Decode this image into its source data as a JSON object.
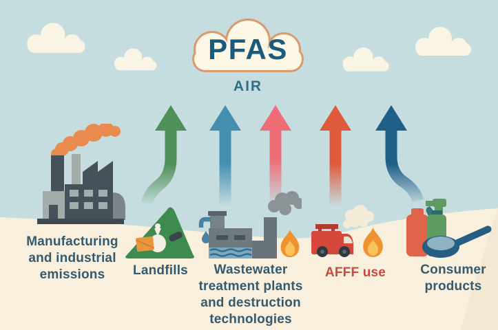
{
  "header": {
    "cloud_label": "PFAS",
    "air_label": "AIR"
  },
  "sources": [
    {
      "id": "manufacturing",
      "icon": "factory-icon",
      "label": "Manufacturing\nand industrial\nemissions"
    },
    {
      "id": "landfills",
      "icon": "landfill-icon",
      "label": "Landfills"
    },
    {
      "id": "wastewater",
      "icon": "wastewater-plant-icon",
      "label": "Wastewater\ntreatment plants\nand destruction\ntechnologies"
    },
    {
      "id": "afff",
      "icon": "fire-truck-icon",
      "label": "AFFF use"
    },
    {
      "id": "consumer",
      "icon": "consumer-products-icon",
      "label": "Consumer\nproducts"
    }
  ],
  "arrows": [
    {
      "name": "green-up-arrow",
      "color": "#4f9058"
    },
    {
      "name": "teal-up-arrow",
      "color": "#448fb0"
    },
    {
      "name": "pink-up-arrow",
      "color": "#ee6d77"
    },
    {
      "name": "orange-up-arrow",
      "color": "#df5a3c"
    },
    {
      "name": "navy-up-arrow",
      "color": "#1f5e86"
    }
  ],
  "colors": {
    "sky": "#c6dde0",
    "ground": "#f8f0dd",
    "cloud_fill": "#fdf7e6",
    "cloud_outline": "#d89a6e",
    "title_text": "#1a5a7c",
    "label_text": "#35596d",
    "afff_text": "#c8493f",
    "factory_smoke": "#e98b4f",
    "flame_outer": "#f0922e",
    "flame_inner": "#f7c35c"
  }
}
